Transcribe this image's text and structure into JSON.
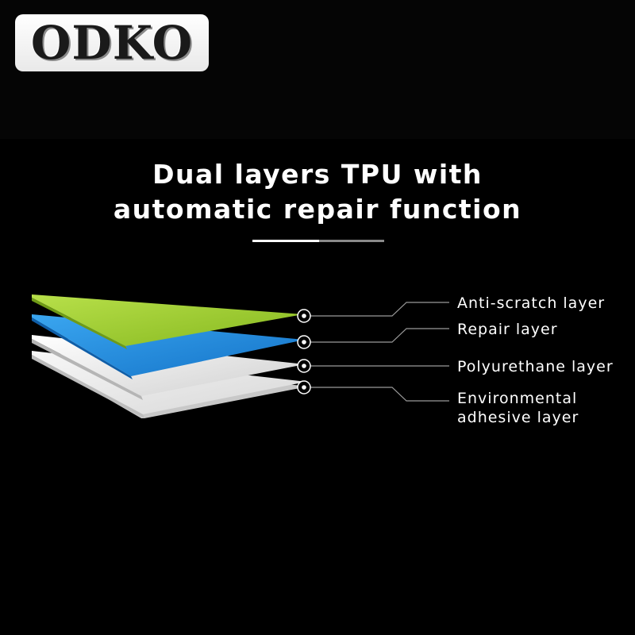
{
  "brand": {
    "logo_text": "ODKO"
  },
  "headline": {
    "line1": "Dual layers TPU with",
    "line2": "automatic repair function"
  },
  "layers": [
    {
      "label": "Anti-scratch layer",
      "color": "#9ccf2c"
    },
    {
      "label": "Repair layer",
      "color": "#1e8fe0"
    },
    {
      "label": "Polyurethane layer",
      "color": "#e8e8e8"
    },
    {
      "label_line1": "Environmental",
      "label_line2": "adhesive layer",
      "color": "#f2f2f2"
    }
  ],
  "colors": {
    "background": "#000000",
    "text": "#ffffff",
    "leader_line": "#9a9a9a",
    "divider_light": "#ffffff",
    "divider_dark": "#8a8a8a"
  }
}
